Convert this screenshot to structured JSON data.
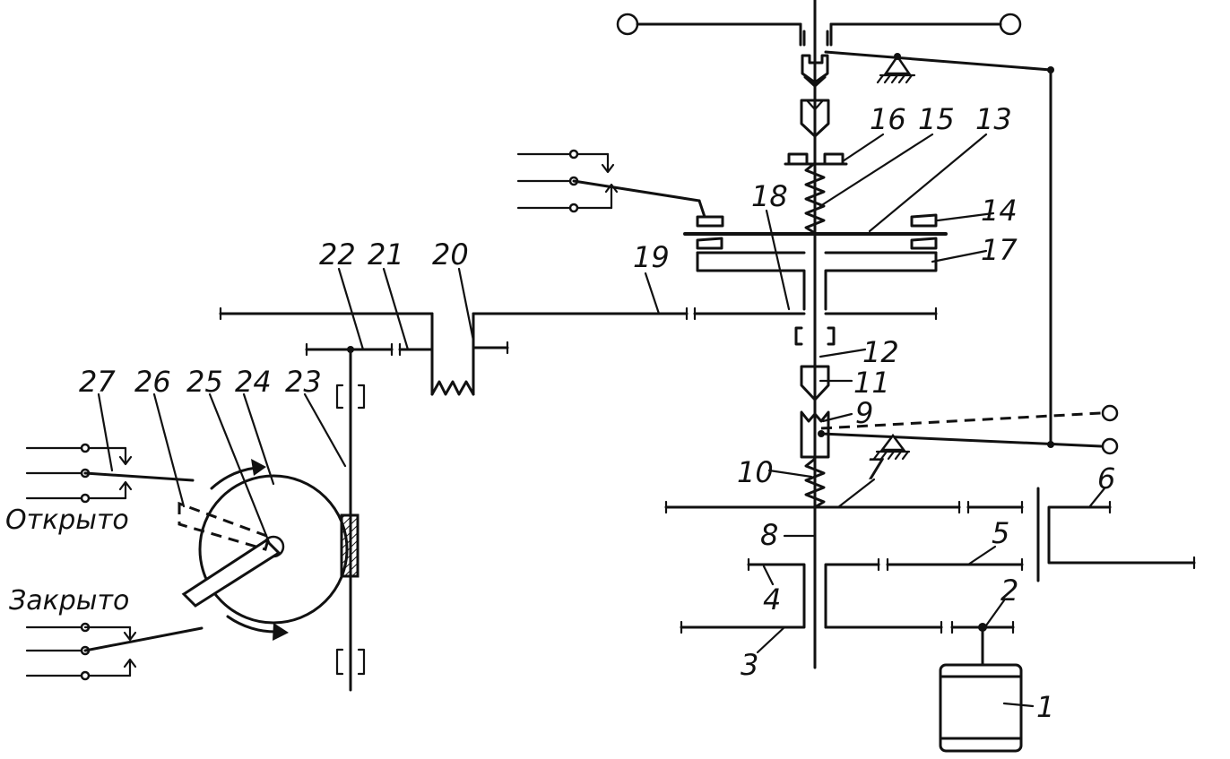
{
  "labels": {
    "n1": "1",
    "n2": "2",
    "n3": "3",
    "n4": "4",
    "n5": "5",
    "n6": "6",
    "n7": "7",
    "n8": "8",
    "n9": "9",
    "n10": "10",
    "n11": "11",
    "n12": "12",
    "n13": "13",
    "n14": "14",
    "n15": "15",
    "n16": "16",
    "n17": "17",
    "n18": "18",
    "n19": "19",
    "n20": "20",
    "n21": "21",
    "n22": "22",
    "n23": "23",
    "n24": "24",
    "n25": "25",
    "n26": "26",
    "n27": "27"
  },
  "states": {
    "open": "Открыто",
    "closed": "Закрыто"
  }
}
